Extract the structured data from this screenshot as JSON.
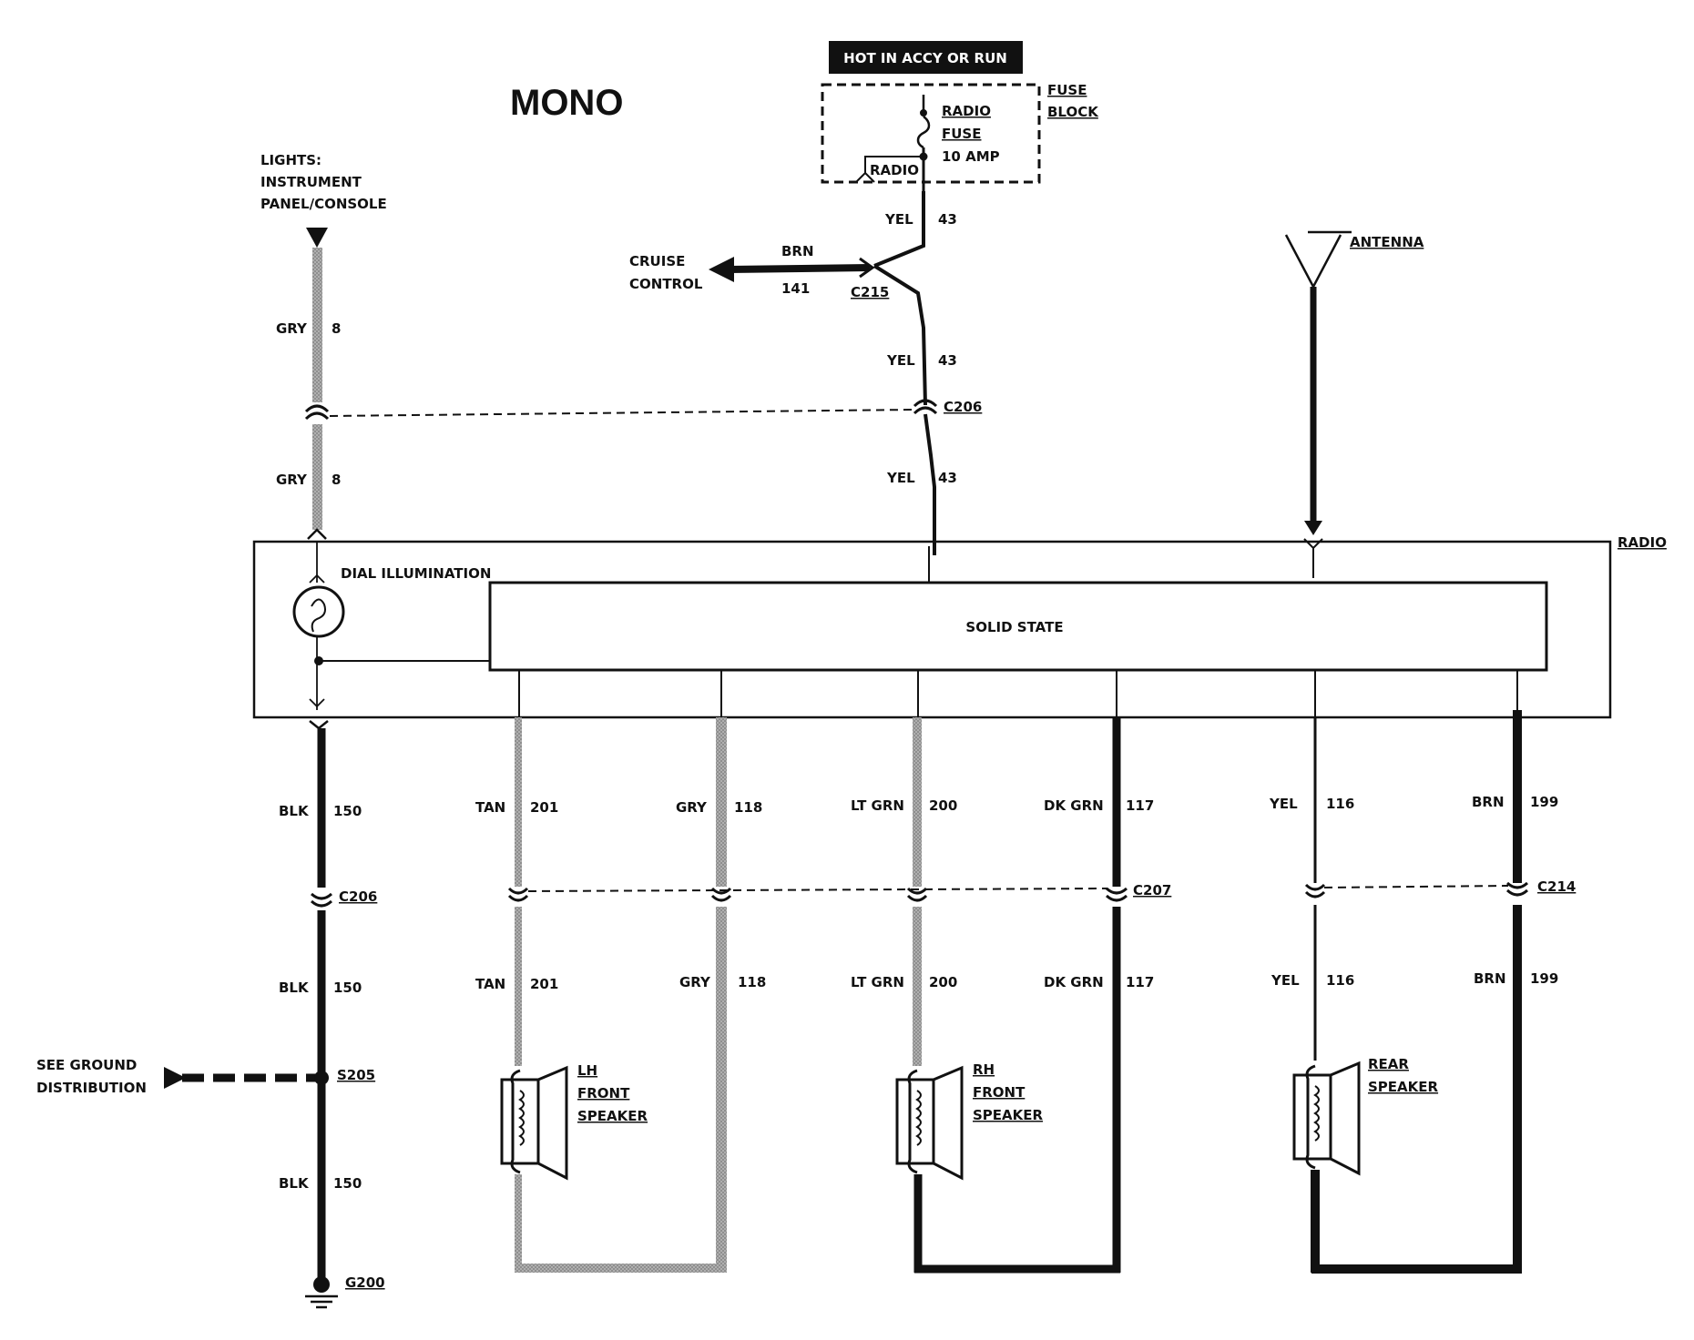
{
  "diagram": {
    "title": "MONO",
    "hot_label": "HOT IN ACCY OR RUN",
    "fuse_block": {
      "line1": "FUSE",
      "line2": "BLOCK"
    },
    "radio_fuse": {
      "line1": "RADIO",
      "line2": "FUSE",
      "rating": "10 AMP",
      "tag": "RADIO"
    },
    "lights": {
      "line1": "LIGHTS:",
      "line2": "INSTRUMENT",
      "line3": "PANEL/CONSOLE"
    },
    "cruise": {
      "line1": "CRUISE",
      "line2": "CONTROL",
      "color": "BRN",
      "circuit": "141",
      "connector": "C215"
    },
    "antenna": "ANTENNA",
    "radio": "RADIO",
    "dial_illumination": "DIAL ILLUMINATION",
    "solid_state": "SOLID STATE",
    "ground_ref": {
      "line1": "SEE GROUND",
      "line2": "DISTRIBUTION"
    },
    "splice": "S205",
    "ground": "G200",
    "connectors": {
      "c206": "C206",
      "c207": "C207",
      "c214": "C214"
    },
    "speakers": {
      "lh": {
        "line1": "LH",
        "line2": "FRONT",
        "line3": "SPEAKER"
      },
      "rh": {
        "line1": "RH",
        "line2": "FRONT",
        "line3": "SPEAKER"
      },
      "rear": {
        "line1": "REAR",
        "line2": "SPEAKER"
      }
    },
    "wires": {
      "yel": "YEL",
      "c43": "43",
      "gry": "GRY",
      "c8": "8",
      "blk": "BLK",
      "c150": "150",
      "tan": "TAN",
      "c201": "201",
      "c118": "118",
      "ltgrn": "LT GRN",
      "c200": "200",
      "dkgrn": "DK GRN",
      "c117": "117",
      "c116": "116",
      "brn": "BRN",
      "c199": "199"
    }
  }
}
